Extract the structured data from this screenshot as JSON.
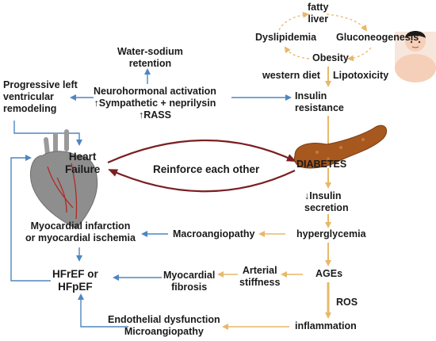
{
  "colors": {
    "orange_arrow": "#e8b86a",
    "blue_arrow": "#4e86c0",
    "reinforce_arrow": "#7a1f23",
    "heart": "#8e8e8e",
    "pancreas": "#a6581f"
  },
  "icons": {
    "heart": "heart-icon",
    "pancreas": "pancreas-icon",
    "person": "person-icon"
  },
  "cycle": {
    "fatty_liver": "fatty\nliver",
    "dyslipidemia": "Dyslipidemia",
    "gluconeogenesis": "Gluconeogenesis",
    "obesity": "Obesity"
  },
  "right_column": {
    "western_diet": "western diet",
    "lipotoxicity": "Lipotoxicity",
    "insulin_resistance": "Insulin\nresistance",
    "diabetes": "DIABETES",
    "insulin_secretion": "↓Insulin\nsecretion",
    "hyperglycemia": "hyperglycemia",
    "ages": "AGEs",
    "ros": "ROS",
    "inflammation": "inflammation"
  },
  "middle": {
    "water_sodium": "Water-sodium\nretention",
    "neurohormonal": "Neurohormonal activation\n↑Sympathetic + neprilysin\n↑RASS",
    "reinforce": "Reinforce each other",
    "macroangiopathy": "Macroangiopathy",
    "arterial_stiffness": "Arterial\nstiffness",
    "myocardial_fibrosis": "Myocardial\nfibrosis",
    "endothelial": "Endothelial dysfunction\nMicroangiopathy"
  },
  "left_column": {
    "progressive": "Progressive left\nventricular\nremodeling",
    "heart_failure": "Heart\nFailure",
    "myocardial_infarction": "Myocardial infarction\nor myocardial ischemia",
    "hfref": "HFrEF or\nHFpEF"
  }
}
